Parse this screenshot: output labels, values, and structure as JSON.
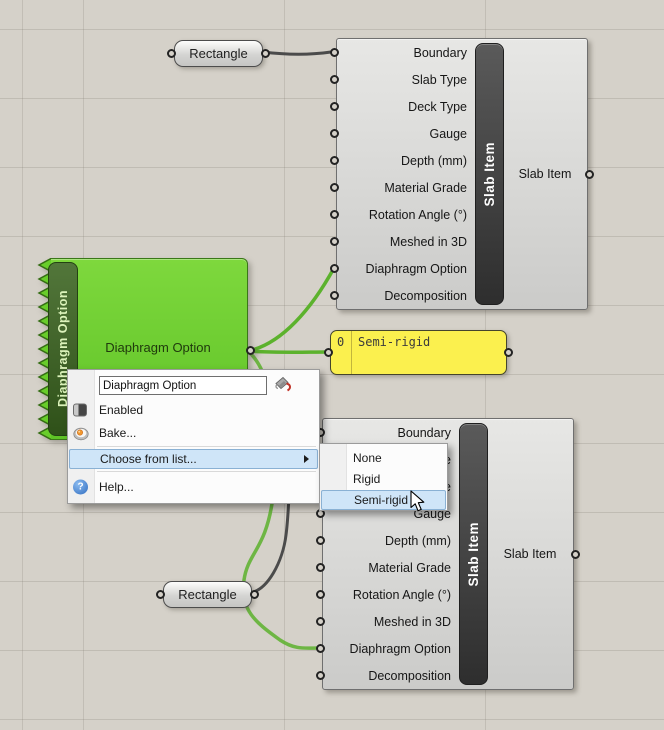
{
  "slab": {
    "title": "Slab Item",
    "inputs": [
      "Boundary",
      "Slab Type",
      "Deck Type",
      "Gauge",
      "Depth (mm)",
      "Material Grade",
      "Rotation Angle (°)",
      "Meshed in 3D",
      "Diaphragm Option",
      "Decomposition"
    ],
    "output": "Slab Item"
  },
  "rectangle_param": {
    "label": "Rectangle"
  },
  "value_list": {
    "tab_label": "Diaphragm Option",
    "body_label": "Diaphragm Option"
  },
  "panel": {
    "index": "0",
    "value": "Semi-rigid"
  },
  "context_menu": {
    "name_field": "Diaphragm Option",
    "items": {
      "enabled": "Enabled",
      "bake": "Bake...",
      "choose_from_list": "Choose from list...",
      "help": "Help..."
    }
  },
  "submenu": {
    "options": [
      "None",
      "Rigid",
      "Semi-rigid"
    ],
    "selected": "Semi-rigid"
  },
  "colors": {
    "canvas": "#d5d1c9",
    "selected_green": "#66cc26",
    "wire_green": "#5cb22d",
    "wire_dark": "#4b4b4b",
    "panel_yellow": "#fbf04e",
    "menu_highlight": "#cfe5f8"
  }
}
